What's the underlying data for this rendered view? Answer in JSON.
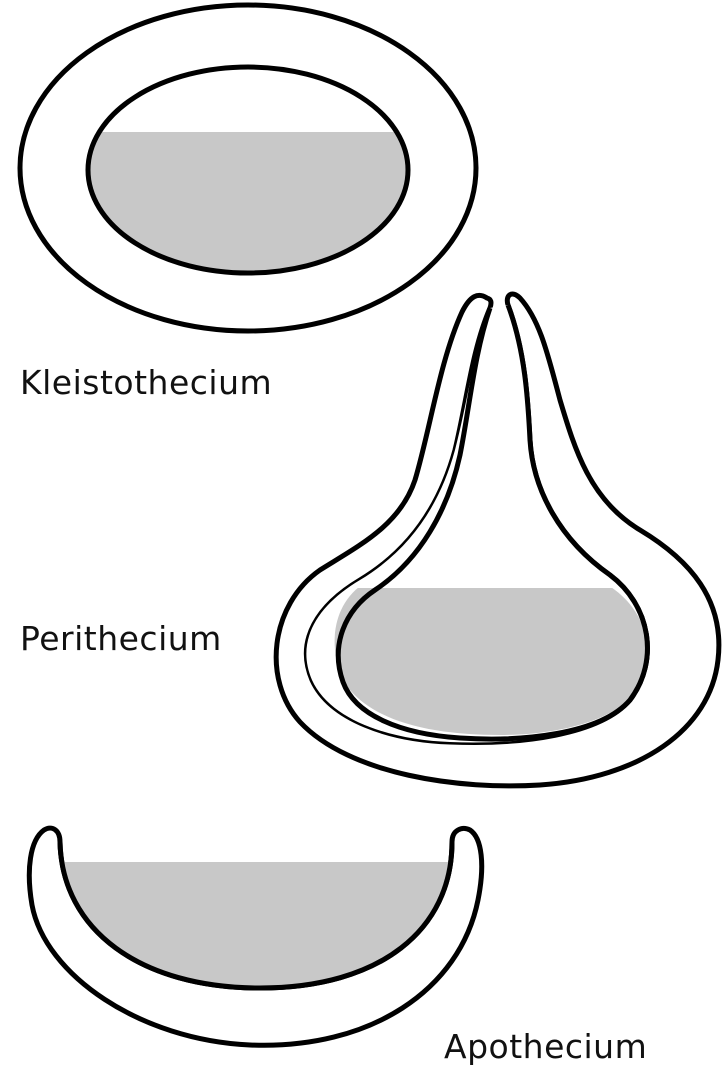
{
  "labels": {
    "kleistothecium": "Kleistothecium",
    "perithecium": "Perithecium",
    "apothecium": "Apothecium"
  },
  "colors": {
    "outline": "#000000",
    "wall_fill": "#ffffff",
    "hymenium_fill": "#c8c8c8",
    "background": "#ffffff"
  }
}
